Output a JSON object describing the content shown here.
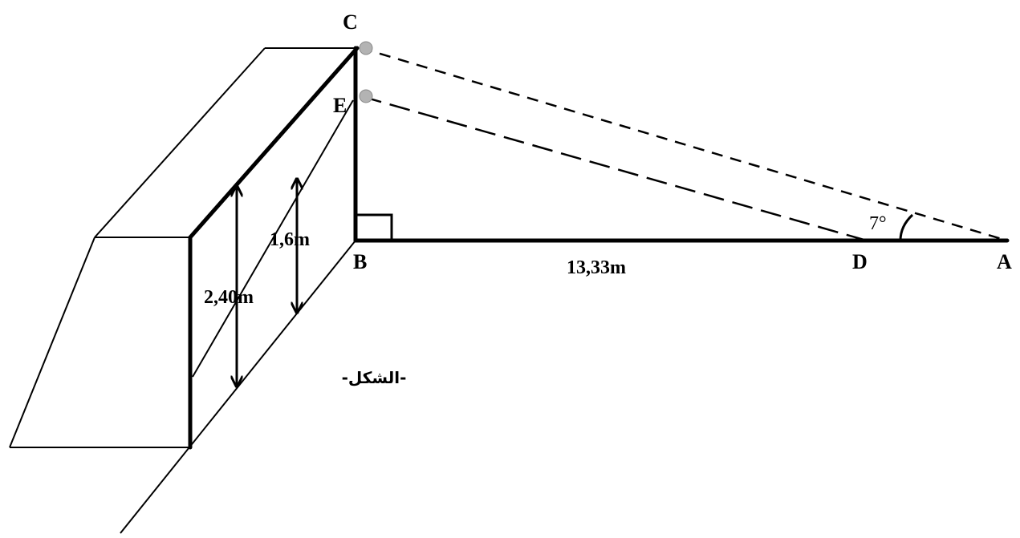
{
  "points": {
    "A": "A",
    "B": "B",
    "C": "C",
    "D": "D",
    "E": "E"
  },
  "dimensions": {
    "BD": "13,33m",
    "wall_height": "2,40m",
    "BE": "1,6m"
  },
  "angle": "7°",
  "caption": "-الشكل-"
}
